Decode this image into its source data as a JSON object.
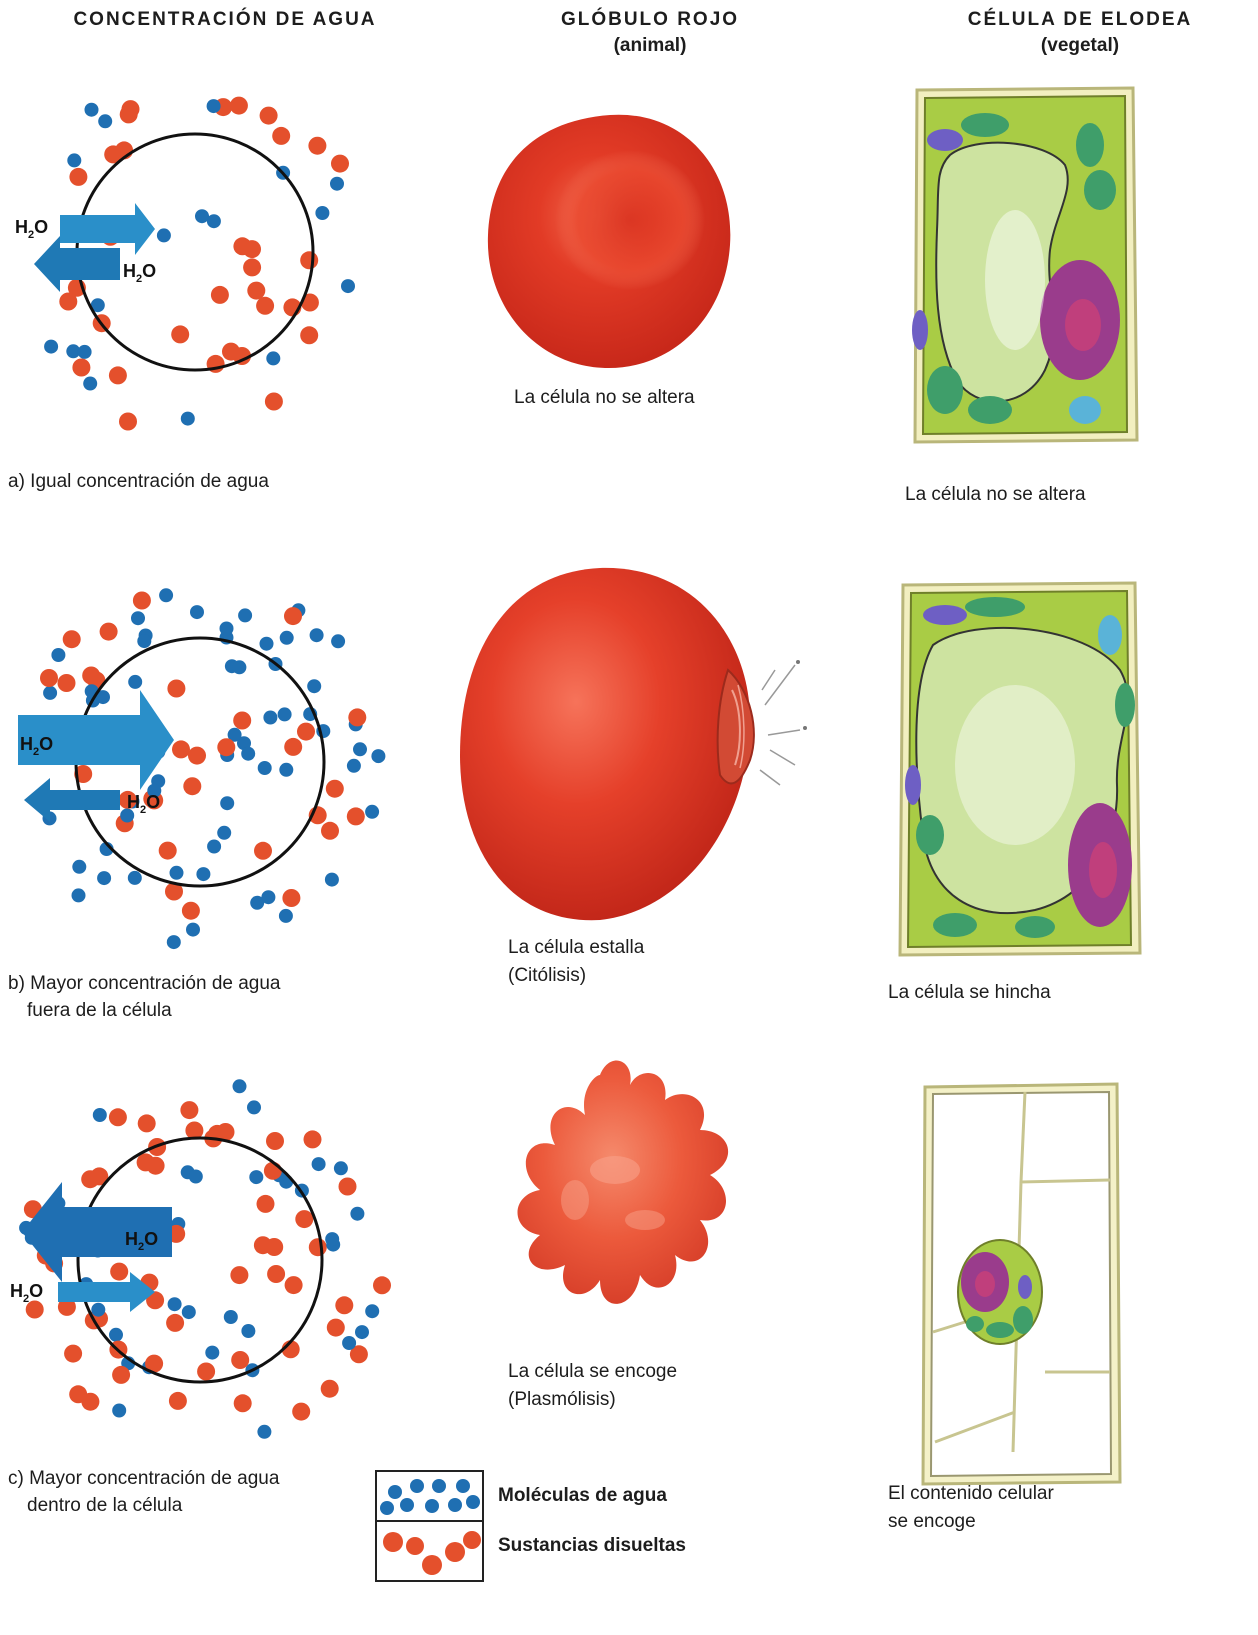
{
  "columns": {
    "water": {
      "title": "CONCENTRACIÓN DE AGUA"
    },
    "red_cell": {
      "title": "GLÓBULO ROJO",
      "subtitle": "(animal)"
    },
    "elodea": {
      "title": "CÉLULA DE ELODEA",
      "subtitle": "(vegetal)"
    }
  },
  "rows": [
    {
      "label_line1": "a) Igual concentración de agua",
      "label_line2": "",
      "red_cell_caption_1": "La célula no se altera",
      "red_cell_caption_2": "",
      "elodea_caption_1": "La célula no se altera",
      "elodea_caption_2": ""
    },
    {
      "label_line1": "b) Mayor concentración de agua",
      "label_line2": "fuera de la célula",
      "red_cell_caption_1": "La célula estalla",
      "red_cell_caption_2": "(Citólisis)",
      "elodea_caption_1": "La célula se hincha",
      "elodea_caption_2": ""
    },
    {
      "label_line1": "c) Mayor concentración de agua",
      "label_line2": "dentro de la célula",
      "red_cell_caption_1": "La célula se encoge",
      "red_cell_caption_2": "(Plasmólisis)",
      "elodea_caption_1": "El contenido celular",
      "elodea_caption_2": "se encoge"
    }
  ],
  "arrow_label": {
    "main": "H",
    "sub": "2",
    "tail": "O"
  },
  "legend": {
    "water": "Moléculas de agua",
    "solute": "Sustancias disueltas"
  },
  "colors": {
    "water_molecule": "#1f6fb2",
    "solute": "#e4502c",
    "arrow": "#2a8fc9",
    "red_cell": "#e23b26",
    "cell_wall": "#e6e3a8",
    "cytoplasm": "#a9cc45",
    "vacuole": "#cde3a0",
    "nucleus": "#9a3c8c",
    "chloroplast": "#3f9e6a"
  }
}
